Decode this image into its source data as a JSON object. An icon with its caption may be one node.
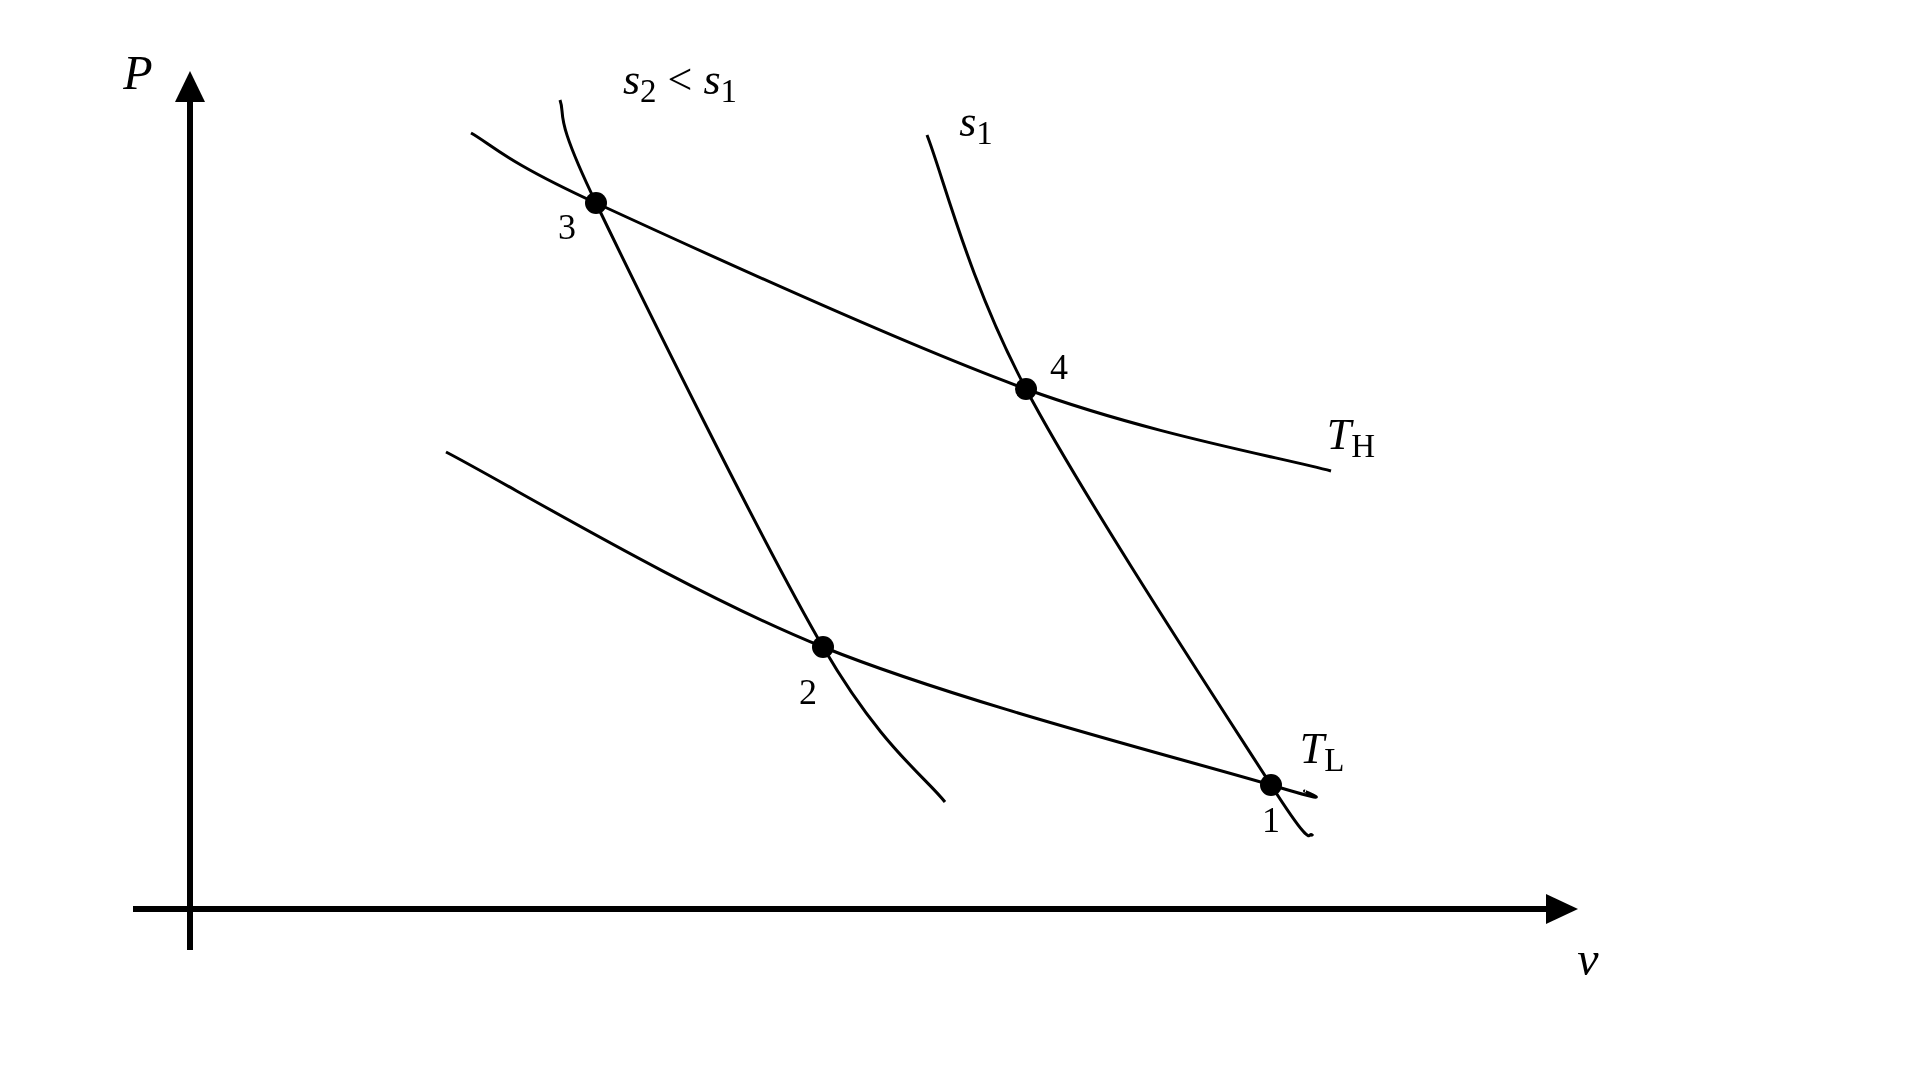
{
  "diagram": {
    "labels": [
      "*P*",
      "*s*$_{2}$ < *s*$_{1}$",
      "*s*$_{1}$",
      "3",
      "4",
      "*T*$_{H}$",
      "2",
      "*T*$_{L}$",
      "1",
      "*v*"
    ]
  }
}
